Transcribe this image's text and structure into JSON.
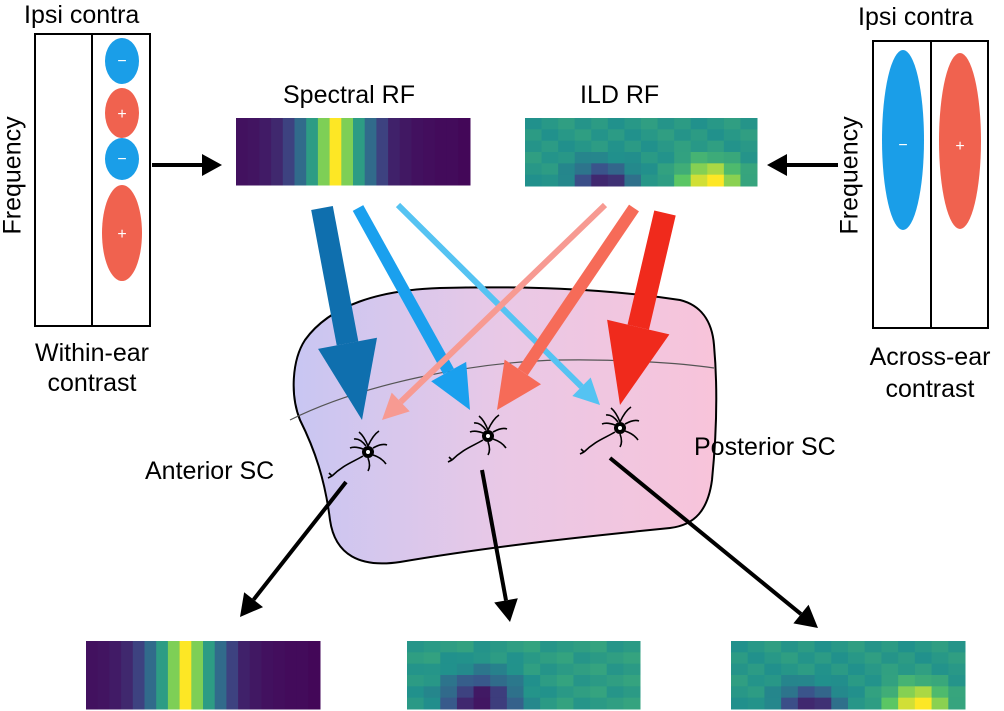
{
  "left_panel": {
    "header": "Ipsi contra",
    "axis_label": "Frequency",
    "caption_line1": "Within-ear",
    "caption_line2": "contrast",
    "signs": [
      "−",
      "+",
      "−",
      "+"
    ]
  },
  "right_panel": {
    "header": "Ipsi contra",
    "axis_label": "Frequency",
    "caption_line1": "Across-ear",
    "caption_line2": "contrast",
    "signs": [
      "−",
      "+"
    ]
  },
  "top_rf": {
    "spectral_title": "Spectral RF",
    "ild_title": "ILD RF"
  },
  "sc": {
    "anterior_label": "Anterior SC",
    "posterior_label": "Posterior SC"
  },
  "colors": {
    "blue_marker": "#1a9ee8",
    "red_marker": "#f0624f",
    "sc_anterior": "#c8c6f2",
    "sc_posterior": "#f7c6dc",
    "arrow_dark_blue": "#0f6fae",
    "arrow_mid_blue": "#1aa0ee",
    "arrow_light_blue": "#55c3f2",
    "arrow_light_red": "#f79a92",
    "arrow_mid_red": "#f66b58",
    "arrow_red": "#f02a1c"
  }
}
